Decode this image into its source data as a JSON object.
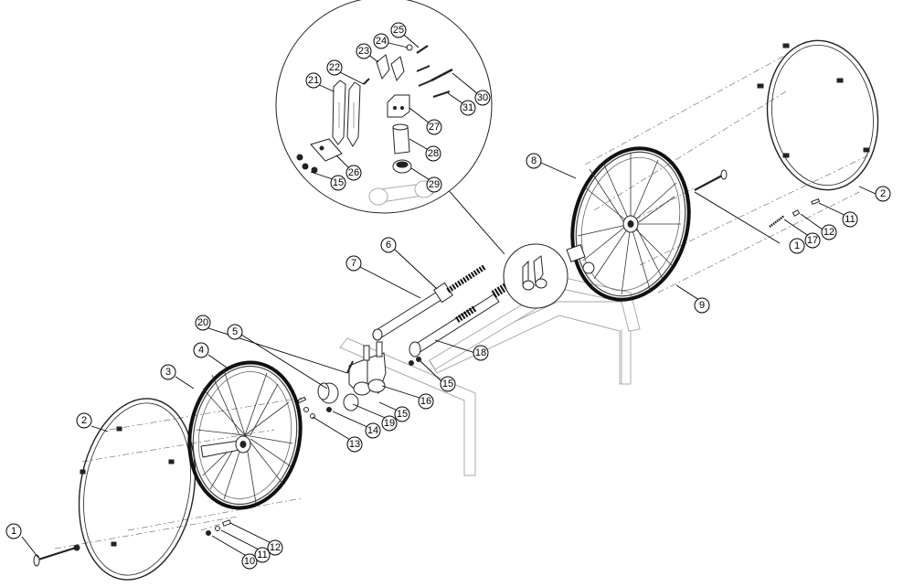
{
  "callouts": [
    {
      "id": "c1a",
      "label": "1"
    },
    {
      "id": "c2a",
      "label": "2"
    },
    {
      "id": "c3",
      "label": "3"
    },
    {
      "id": "c4",
      "label": "4"
    },
    {
      "id": "c5",
      "label": "5"
    },
    {
      "id": "c6",
      "label": "6"
    },
    {
      "id": "c7",
      "label": "7"
    },
    {
      "id": "c8",
      "label": "8"
    },
    {
      "id": "c9",
      "label": "9"
    },
    {
      "id": "c10",
      "label": "10"
    },
    {
      "id": "c11a",
      "label": "11"
    },
    {
      "id": "c12a",
      "label": "12"
    },
    {
      "id": "c13",
      "label": "13"
    },
    {
      "id": "c14",
      "label": "14"
    },
    {
      "id": "c15a",
      "label": "15"
    },
    {
      "id": "c16",
      "label": "16"
    },
    {
      "id": "c17",
      "label": "17"
    },
    {
      "id": "c18",
      "label": "18"
    },
    {
      "id": "c19",
      "label": "19"
    },
    {
      "id": "c20",
      "label": "20"
    },
    {
      "id": "c1b",
      "label": "1"
    },
    {
      "id": "c2b",
      "label": "2"
    },
    {
      "id": "c11b",
      "label": "11"
    },
    {
      "id": "c12b",
      "label": "12"
    },
    {
      "id": "c15b",
      "label": "15"
    },
    {
      "id": "c15c",
      "label": "15"
    },
    {
      "id": "c21",
      "label": "21"
    },
    {
      "id": "c22",
      "label": "22"
    },
    {
      "id": "c23",
      "label": "23"
    },
    {
      "id": "c24",
      "label": "24"
    },
    {
      "id": "c25",
      "label": "25"
    },
    {
      "id": "c26",
      "label": "26"
    },
    {
      "id": "c27",
      "label": "27"
    },
    {
      "id": "c28",
      "label": "28"
    },
    {
      "id": "c29",
      "label": "29"
    },
    {
      "id": "c30",
      "label": "30"
    },
    {
      "id": "c31",
      "label": "31"
    }
  ]
}
